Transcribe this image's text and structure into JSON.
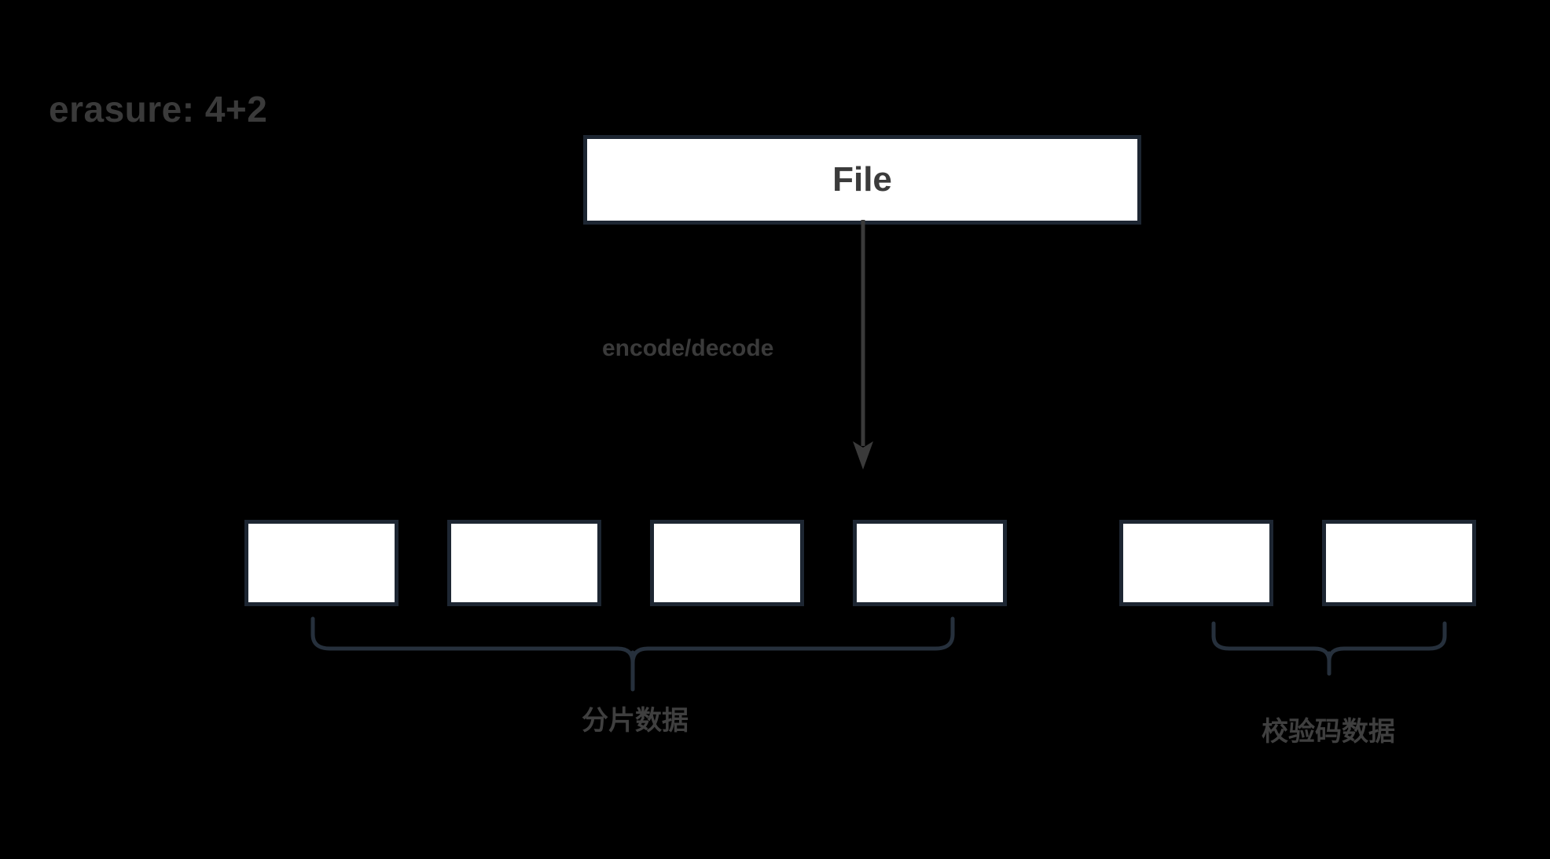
{
  "diagram": {
    "title": "erasure: 4+2",
    "source_node": {
      "label": "File"
    },
    "edge": {
      "label": "encode/decode",
      "direction": "down",
      "arrow_icon": "arrow-down-icon"
    },
    "shards": [
      {
        "id": "data-shard-1",
        "label": "",
        "group": "data"
      },
      {
        "id": "data-shard-2",
        "label": "",
        "group": "data"
      },
      {
        "id": "data-shard-3",
        "label": "",
        "group": "data"
      },
      {
        "id": "data-shard-4",
        "label": "",
        "group": "data"
      },
      {
        "id": "parity-shard-1",
        "label": "",
        "group": "parity"
      },
      {
        "id": "parity-shard-2",
        "label": "",
        "group": "parity"
      }
    ],
    "groups": [
      {
        "id": "data-group",
        "label": "分片数据",
        "shard_count": 4,
        "brace_icon": "curly-brace-icon"
      },
      {
        "id": "parity-group",
        "label": "校验码数据",
        "shard_count": 2,
        "brace_icon": "curly-brace-icon"
      }
    ],
    "colors": {
      "background": "#000000",
      "box_fill": "#ffffff",
      "box_border": "#1d2632",
      "text": "#3a3a3a",
      "brace": "#26303c",
      "arrow": "#3a3a3a"
    }
  }
}
